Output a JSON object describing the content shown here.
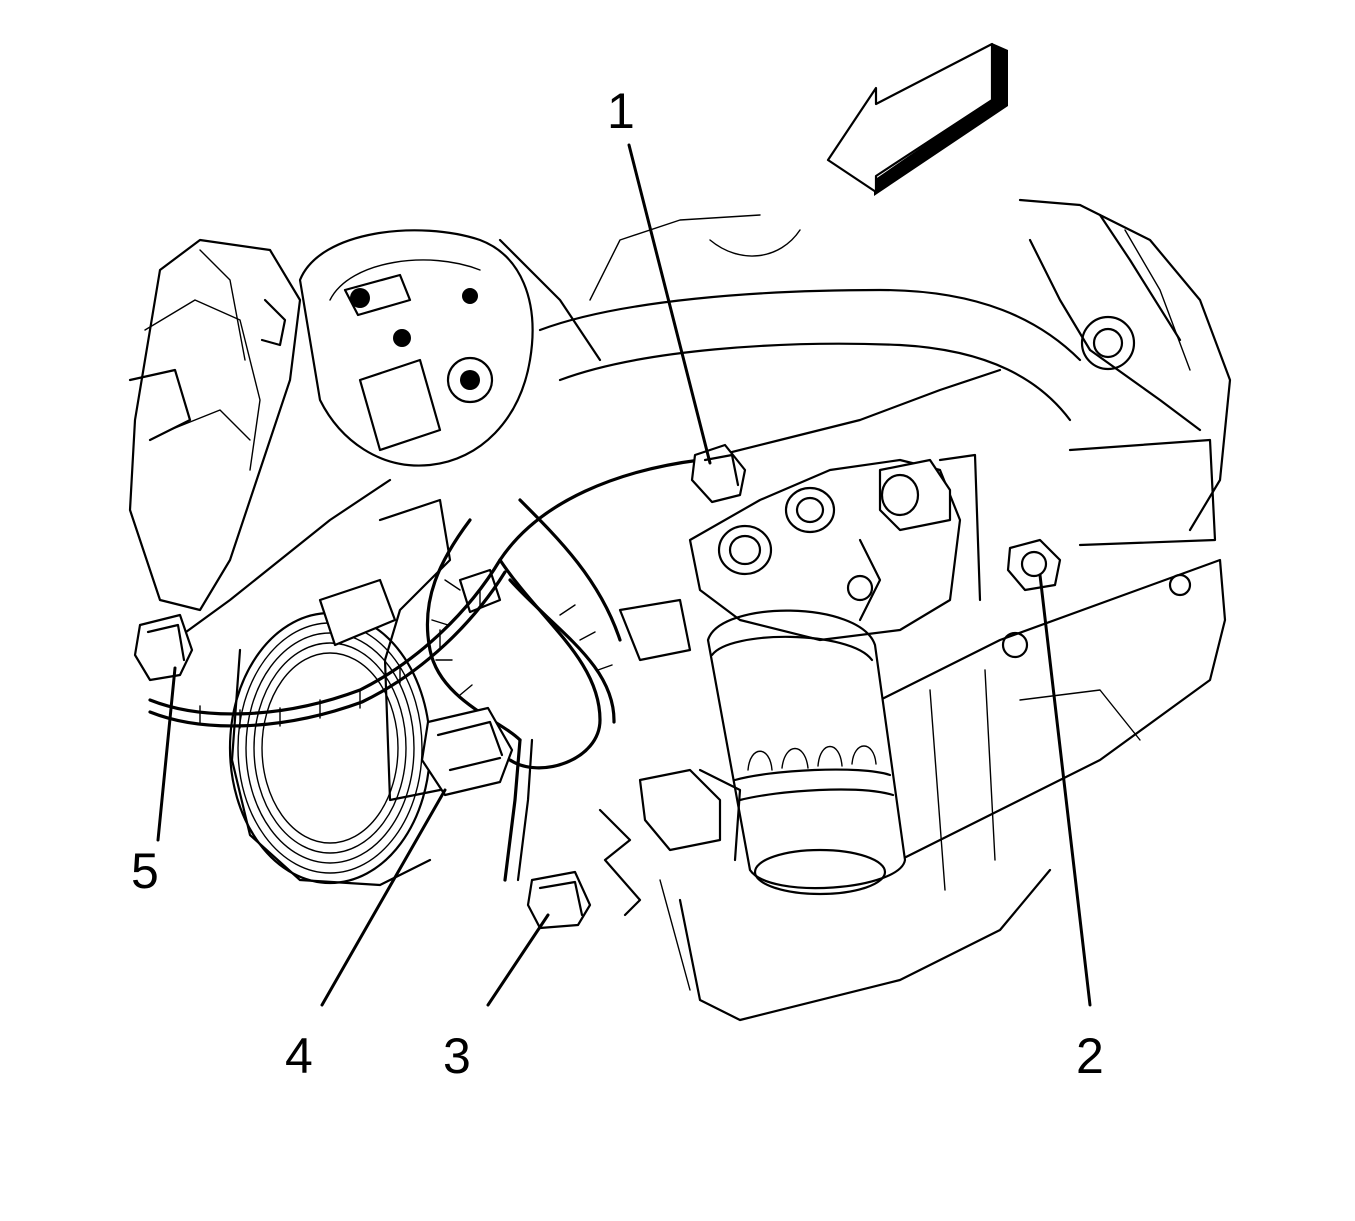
{
  "callouts": [
    {
      "id": "1",
      "label": "1"
    },
    {
      "id": "2",
      "label": "2"
    },
    {
      "id": "3",
      "label": "3"
    },
    {
      "id": "4",
      "label": "4"
    },
    {
      "id": "5",
      "label": "5"
    }
  ],
  "icons": {
    "view_arrow": "view-direction-arrow-icon"
  }
}
